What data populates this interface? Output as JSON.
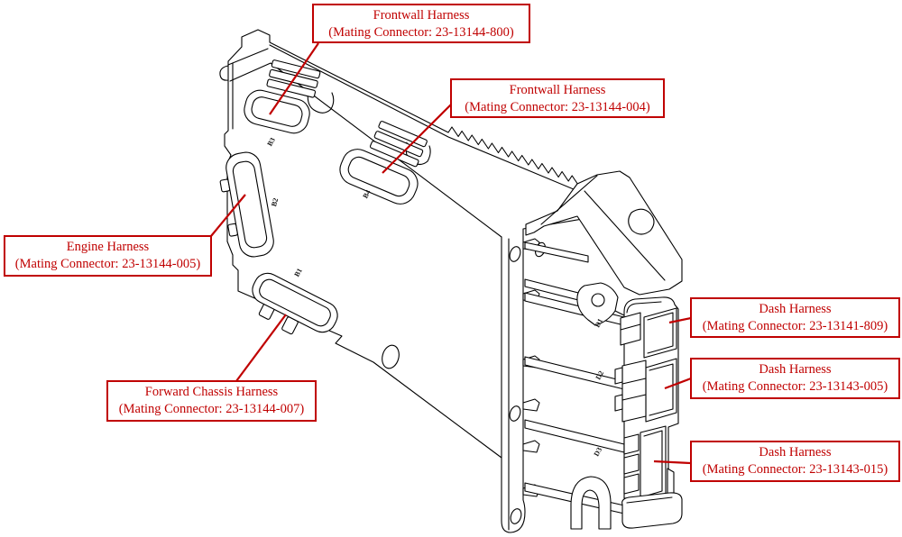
{
  "colors": {
    "callout_red": "#c00000",
    "drawing_line": "#000000",
    "background": "#ffffff"
  },
  "callouts": [
    {
      "id": "frontwall-800",
      "line1": "Frontwall Harness",
      "line2": "(Mating Connector: 23-13144-800)"
    },
    {
      "id": "frontwall-004",
      "line1": "Frontwall Harness",
      "line2": "(Mating Connector: 23-13144-004)"
    },
    {
      "id": "engine-005",
      "line1": "Engine Harness",
      "line2": "(Mating Connector: 23-13144-005)"
    },
    {
      "id": "forward-chassis-007",
      "line1": "Forward Chassis Harness",
      "line2": "(Mating Connector: 23-13144-007)"
    },
    {
      "id": "dash-809",
      "line1": "Dash Harness",
      "line2": "(Mating Connector: 23-13141-809)"
    },
    {
      "id": "dash-005",
      "line1": "Dash Harness",
      "line2": "(Mating Connector: 23-13143-005)"
    },
    {
      "id": "dash-015",
      "line1": "Dash Harness",
      "line2": "(Mating Connector: 23-13143-015)"
    }
  ],
  "connector_ids": [
    "B3",
    "B4",
    "B2",
    "B1",
    "D1",
    "D2",
    "D3"
  ]
}
